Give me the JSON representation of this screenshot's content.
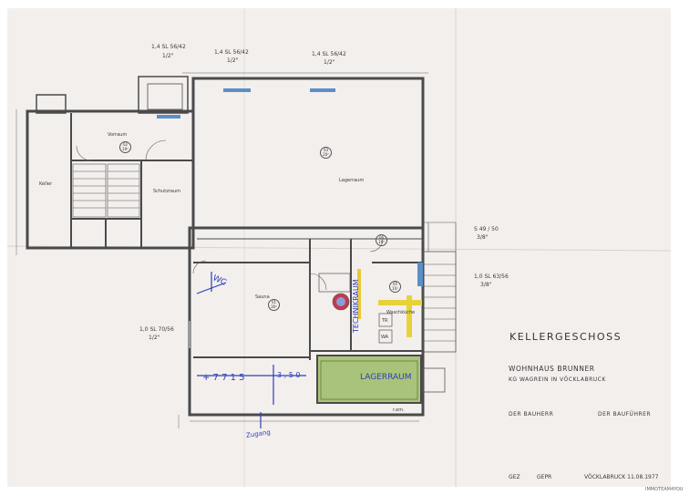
{
  "window_labels": {
    "w1": [
      "1,4 SL 56/42",
      "1/2\""
    ],
    "w2": [
      "1,4 SL 56/42",
      "1/2\""
    ],
    "w3": [
      "1,4 SL 56/42",
      "1/2\""
    ],
    "w4": [
      "S 49 / 50",
      "3/8\""
    ],
    "w5": [
      "1,0 SL 63/56",
      "3/8\""
    ],
    "w6": [
      "1,0 SL 70/56",
      "1/2\""
    ]
  },
  "rooms": {
    "vorraum": "Vorraum",
    "vorraum_num": "02",
    "vorraum_area": "19²",
    "keller": "Keller",
    "schutzraum": "Schutzraum",
    "lagerraum": "Lagerraum",
    "lagerraum_num": "03",
    "lagerraum_area": "20²",
    "sauna": "Sauna",
    "sauna_num": "01",
    "sauna_area": "30²",
    "hall_num": "06",
    "hall_area": "19²",
    "wasch_num": "05",
    "wasch_area": "10²",
    "waschkueche": "Waschküche",
    "tr": "TR",
    "wa": "WA",
    "rem": "r.em."
  },
  "handwriting": {
    "technikraum": "TECHNIKRAUM",
    "lagerraum": "LAGERRAUM",
    "wc": "WC",
    "dim1": "+ 7 7 1 5",
    "dim2": "3 , 5 0",
    "entry": "Zugang"
  },
  "title_block": {
    "title": "KELLERGESCHOSS",
    "project": "WOHNHAUS  BRUNNER",
    "location": "KG WAGREIN  IN  VÖCKLABRUCK",
    "bauherr": "DER BAUHERR",
    "bauf": "DER BAUFÜHRER",
    "gez": "GEZ",
    "gepr": "GEPR",
    "city_date": "VÖCKLABRUCK  11.08.1977",
    "watermark": "IMMOTEAM4YOU"
  },
  "colors": {
    "paper": "#f3efed",
    "wall": "#4a4a4a",
    "handwriting": "#2d3fb8",
    "storage_fill": "#a9c47a",
    "yellow_pipe": "#e8d23a",
    "window_blue": "#5a8fc8",
    "boiler_red": "#c23a4a"
  }
}
